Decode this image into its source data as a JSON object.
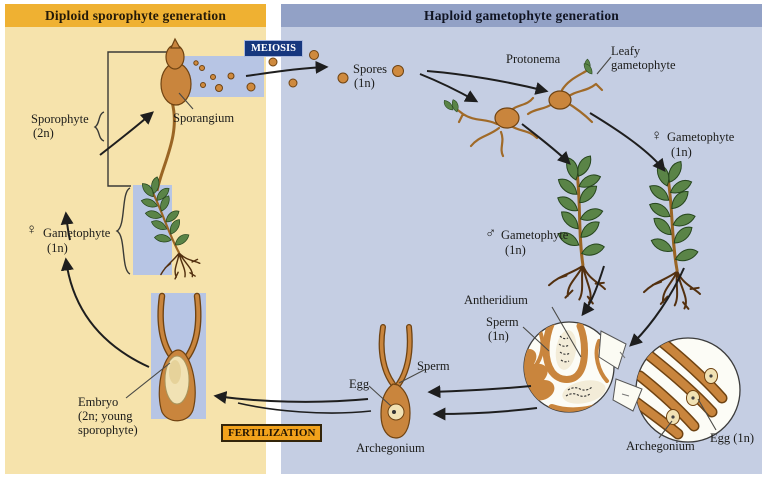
{
  "headers": {
    "left": "Diploid sporophyte generation",
    "right": "Haploid gametophyte generation"
  },
  "process": {
    "meiosis": "MEIOSIS",
    "fertilization": "FERTILIZATION"
  },
  "symbols": {
    "female": "♀",
    "male": "♂"
  },
  "labels": {
    "sporophyte": "Sporophyte",
    "sporophyte_ploidy": "(2n)",
    "sporangium": "Sporangium",
    "gametophyte_left": "Gametophyte",
    "gametophyte_left_ploidy": "(1n)",
    "spores": "Spores",
    "spores_ploidy": "(1n)",
    "protonema": "Protonema",
    "leafy_line1": "Leafy",
    "leafy_line2": "gametophyte",
    "gametophyte_female": "Gametophyte",
    "gametophyte_female_ploidy": "(1n)",
    "gametophyte_male": "Gametophyte",
    "gametophyte_male_ploidy": "(1n)",
    "antheridium": "Antheridium",
    "sperm_antheridium": "Sperm",
    "sperm_antheridium_ploidy": "(1n)",
    "sperm_center": "Sperm",
    "egg_center": "Egg",
    "archegonium_center": "Archegonium",
    "archegonium_right": "Archegonium",
    "egg_right": "Egg (1n)",
    "embryo_line1": "Embryo",
    "embryo_line2": "(2n; young",
    "embryo_line3": "sporophyte)"
  },
  "colors": {
    "left_panel": "#f6e3ac",
    "left_header": "#efb132",
    "right_panel": "#c5cee3",
    "right_header": "#92a1c6",
    "highlight_blue": "#b7c5e4",
    "meiosis_bg": "#16377e",
    "fertilization_bg": "#f2a21b",
    "structure_orange": "#c9853d",
    "moss_green": "#5a8447"
  }
}
